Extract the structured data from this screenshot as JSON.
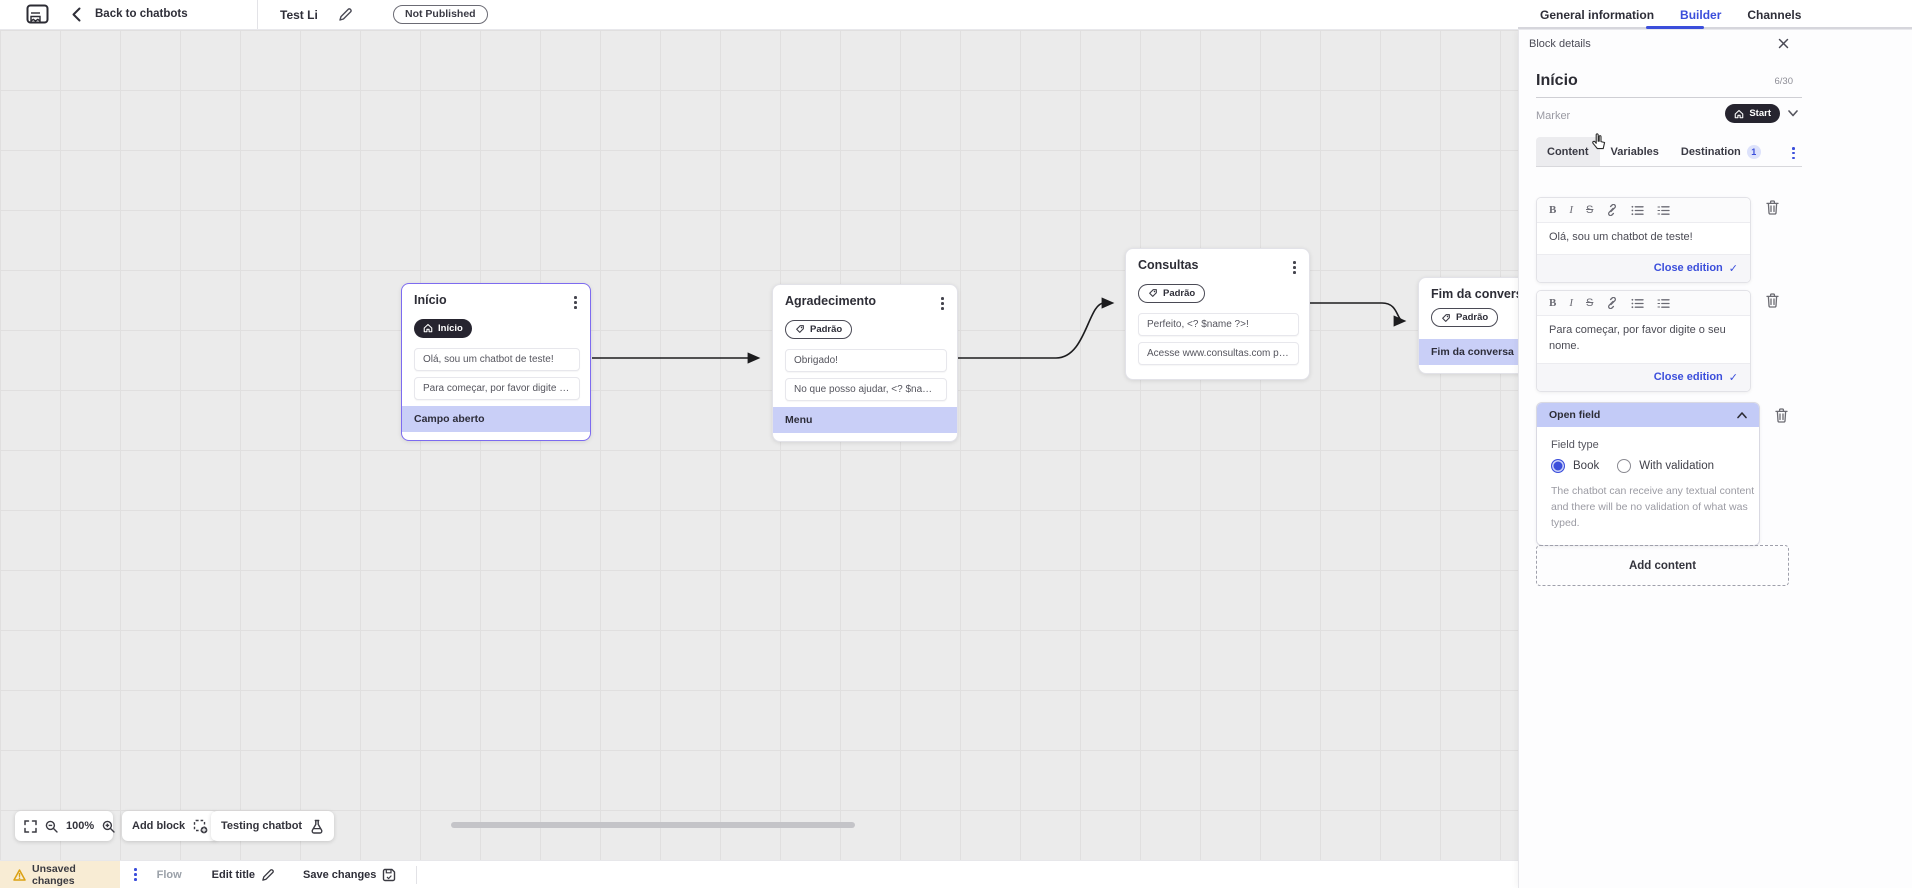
{
  "colors": {
    "accent": "#3b4edb",
    "selection_border": "#7d6bf0",
    "highlight_row": "#c9cff7",
    "dark_pill": "#26242f",
    "warning_bg": "#f8ecd4",
    "warning_icon": "#dba112",
    "canvas_bg": "#ebebeb"
  },
  "header": {
    "back_label": "Back to chatbots",
    "chatbot_title": "Test Li",
    "status_badge": "Not Published",
    "tabs": [
      {
        "label": "General information",
        "active": false
      },
      {
        "label": "Builder",
        "active": true
      },
      {
        "label": "Channels",
        "active": false
      }
    ]
  },
  "canvas": {
    "blocks": [
      {
        "title": "Início",
        "marker": "Início",
        "marker_type": "start",
        "rows": [
          "Olá, sou um chatbot de teste!",
          "Para começar, por favor digite o ...",
          "Campo aberto"
        ]
      },
      {
        "title": "Agradecimento",
        "marker": "Padrão",
        "marker_type": "default",
        "rows": [
          "Obrigado!",
          "No que posso ajudar, <? $name ...",
          "Menu"
        ]
      },
      {
        "title": "Consultas",
        "marker": "Padrão",
        "marker_type": "default",
        "rows": [
          "Perfeito, <? $name ?>!",
          "Acesse www.consultas.com par..."
        ]
      },
      {
        "title": "Fim da conversa",
        "marker": "Padrão",
        "marker_type": "default",
        "rows": [
          "Fim da conversa"
        ]
      }
    ]
  },
  "toolbar": {
    "zoom_level": "100%",
    "add_block_label": "Add block",
    "testing_label": "Testing chatbot"
  },
  "statusbar": {
    "unsaved_label": "Unsaved changes",
    "flow_label": "Flow",
    "edit_title_label": "Edit title",
    "save_label": "Save changes"
  },
  "panel": {
    "header": "Block details",
    "block_name": "Início",
    "char_counter": "6/30",
    "marker_label": "Marker",
    "marker_value": "Start",
    "tabs": {
      "content": "Content",
      "variables": "Variables",
      "destination": "Destination",
      "destination_badge": "1"
    },
    "editors": [
      {
        "text": "Olá, sou um chatbot de teste!",
        "close_label": "Close edition"
      },
      {
        "text": "Para começar, por favor digite o seu nome.",
        "close_label": "Close edition"
      }
    ],
    "open_field": {
      "title": "Open field",
      "field_type_label": "Field type",
      "options": [
        {
          "label": "Book",
          "selected": true
        },
        {
          "label": "With validation",
          "selected": false
        }
      ],
      "description": "The chatbot can receive any textual content and there will be no validation of what was typed."
    },
    "add_content_label": "Add content"
  }
}
